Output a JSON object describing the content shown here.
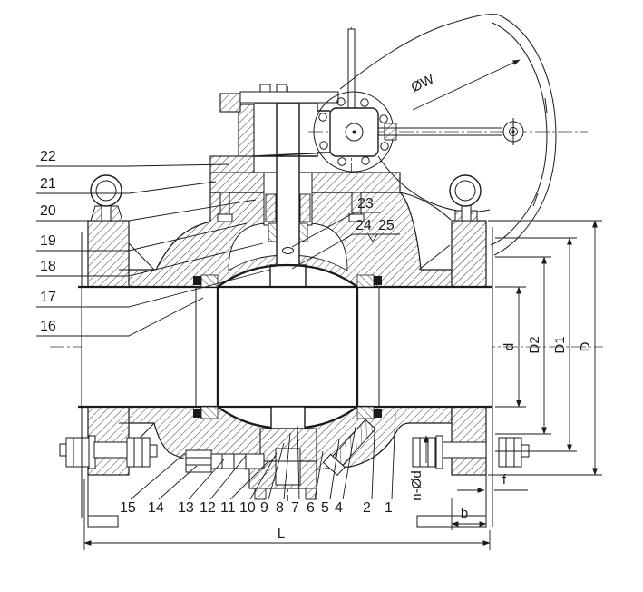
{
  "callouts": {
    "left": [
      {
        "label": "22"
      },
      {
        "label": "21"
      },
      {
        "label": "20"
      },
      {
        "label": "19"
      },
      {
        "label": "18"
      },
      {
        "label": "17"
      },
      {
        "label": "16"
      }
    ],
    "middle": [
      {
        "label": "23"
      },
      {
        "label": "24"
      },
      {
        "label": "25"
      }
    ],
    "bottom": [
      {
        "label": "15"
      },
      {
        "label": "14"
      },
      {
        "label": "13"
      },
      {
        "label": "12"
      },
      {
        "label": "11"
      },
      {
        "label": "10"
      },
      {
        "label": "9"
      },
      {
        "label": "8"
      },
      {
        "label": "7"
      },
      {
        "label": "6"
      },
      {
        "label": "5"
      },
      {
        "label": "4"
      },
      {
        "label": "2"
      },
      {
        "label": "1"
      }
    ]
  },
  "dimensions": {
    "handwheel_diameter": "ØW",
    "bore_diameter": "d",
    "raised_face_diameter": "D2",
    "bolt_circle_diameter": "D1",
    "flange_outside_diameter": "D",
    "bolt_holes": "n-Ød",
    "raised_face_height": "f",
    "flange_thickness": "b",
    "face_to_face_length": "L"
  },
  "colors": {
    "line": "#1a1a1a",
    "background": "#ffffff"
  }
}
